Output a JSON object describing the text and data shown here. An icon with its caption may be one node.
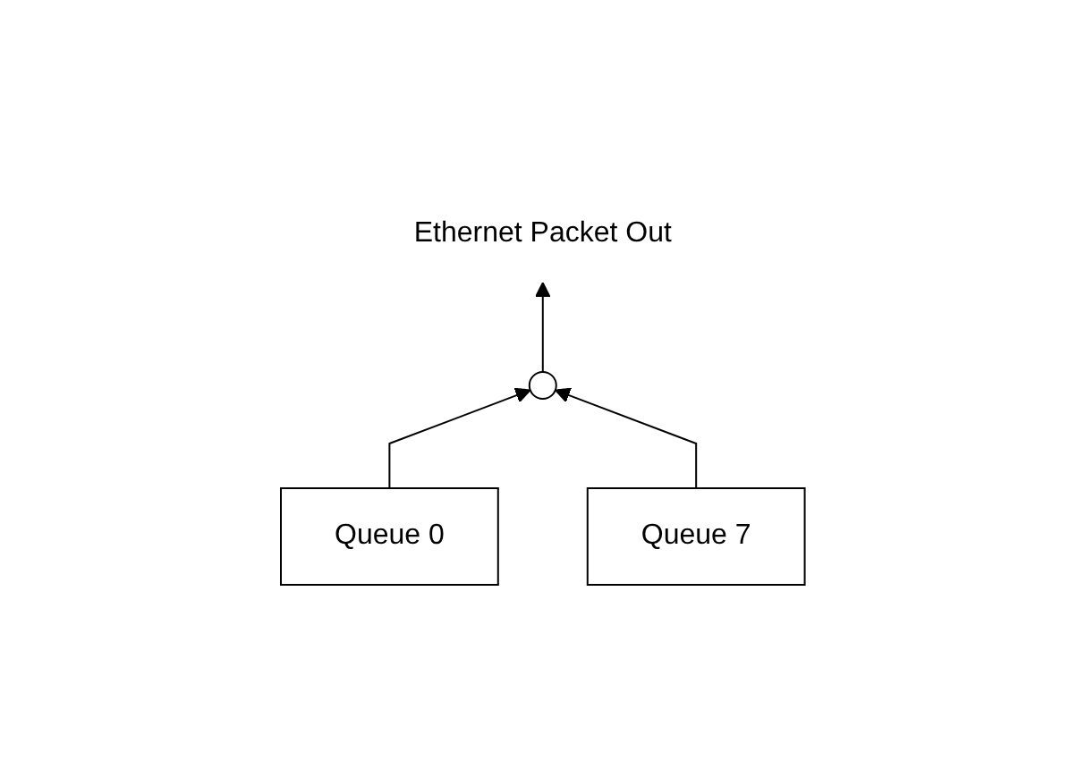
{
  "diagram": {
    "nodes": [
      {
        "text": [
          "Ethernet Packet Out"
        ]
      },
      {
        "text": [],
        "shape": "circle"
      },
      {
        "text": [
          "Queue 0"
        ]
      },
      {
        "text": [
          "Queue 7"
        ]
      }
    ],
    "edges": [
      {
        "from": 1,
        "to": 0,
        "arrow": "to"
      },
      {
        "from": 2,
        "to": 1,
        "arrow": "to"
      },
      {
        "from": 3,
        "to": 1,
        "arrow": "to"
      }
    ]
  }
}
